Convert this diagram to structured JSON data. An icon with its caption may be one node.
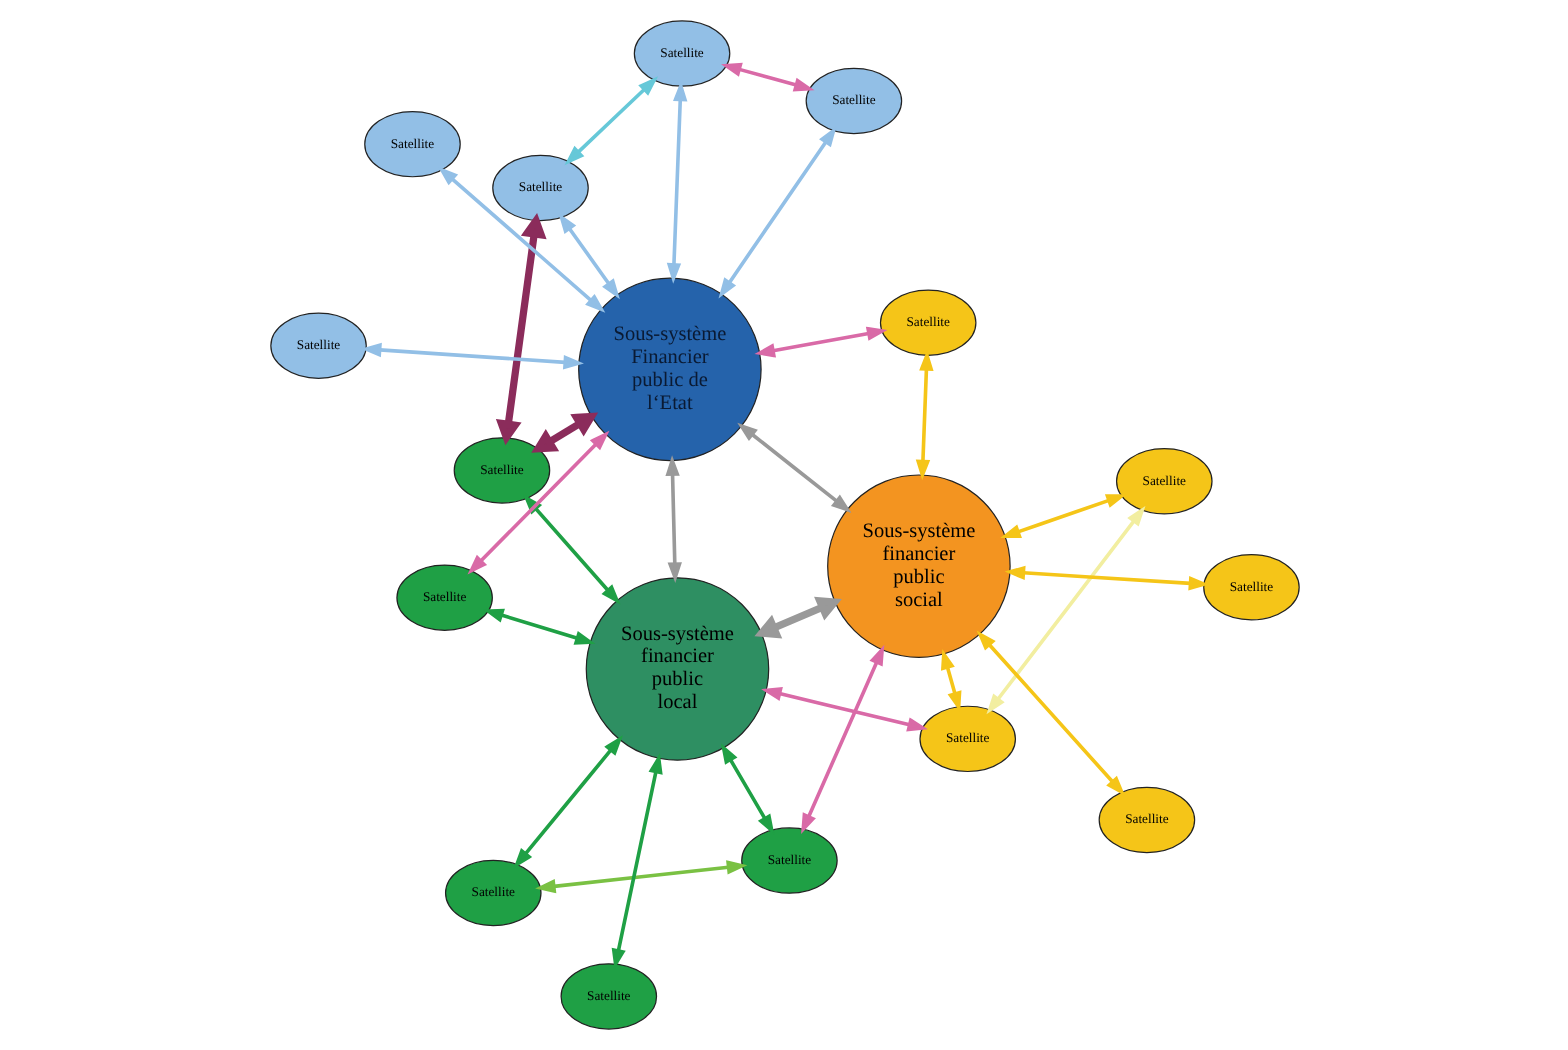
{
  "diagram": {
    "nodes": [
      {
        "text": [
          "Satellite"
        ]
      },
      {
        "text": [
          "Satellite"
        ]
      },
      {
        "text": [
          "Sous-système financier public local"
        ]
      },
      {
        "text": [
          "Satellite"
        ]
      },
      {
        "text": [
          "Satellite"
        ]
      },
      {
        "text": [
          "Satellite"
        ]
      },
      {
        "text": [
          "Satellite"
        ]
      },
      {
        "text": [
          "Sous-système financier public social"
        ]
      },
      {
        "text": [
          "Satellite"
        ]
      },
      {
        "text": [
          "Satellite"
        ]
      },
      {
        "text": [
          "Satellite"
        ]
      },
      {
        "text": [
          "Satellite"
        ]
      },
      {
        "text": [
          "Sous-système Financier public de l‘Etat"
        ]
      },
      {
        "text": [
          "Satellite"
        ]
      },
      {
        "text": [
          "Satellite"
        ]
      },
      {
        "text": [
          "Satellite"
        ]
      },
      {
        "text": [
          "Satellite"
        ]
      },
      {
        "text": [
          "Satellite"
        ]
      }
    ],
    "edges": [
      {
        "from": 0,
        "to": 1,
        "arrow": "both",
        "color": "#7ac143"
      },
      {
        "from": 0,
        "to": 2,
        "arrow": "both",
        "color": "#1fa045"
      },
      {
        "from": 1,
        "to": 2,
        "arrow": "both",
        "color": "#1fa045"
      },
      {
        "from": 5,
        "to": 2,
        "arrow": "both",
        "color": "#1fa045"
      },
      {
        "from": 2,
        "to": 10,
        "arrow": "both",
        "color": "#1fa045"
      },
      {
        "from": 2,
        "to": 6,
        "arrow": "both",
        "color": "#1fa045"
      },
      {
        "from": 5,
        "to": 12,
        "arrow": "both",
        "color": "#8b2c5b",
        "style": "thick"
      },
      {
        "from": 5,
        "to": 16,
        "arrow": "both",
        "color": "#8b2c5b",
        "style": "thick"
      },
      {
        "from": 10,
        "to": 12,
        "arrow": "both",
        "color": "#d96aa7"
      },
      {
        "from": 1,
        "to": 7,
        "arrow": "both",
        "color": "#d96aa7"
      },
      {
        "from": 2,
        "to": 4,
        "arrow": "both",
        "color": "#d96aa7"
      },
      {
        "from": 3,
        "to": 4,
        "arrow": "both",
        "color": "#f2eea0"
      },
      {
        "from": 3,
        "to": 7,
        "arrow": "both",
        "color": "#f5c518"
      },
      {
        "from": 4,
        "to": 7,
        "arrow": "both",
        "color": "#f5c518"
      },
      {
        "from": 2,
        "to": 7,
        "arrow": "both",
        "color": "#999999",
        "style": "thick"
      },
      {
        "from": 2,
        "to": 12,
        "arrow": "both",
        "color": "#999999"
      },
      {
        "from": 12,
        "to": 7,
        "arrow": "both",
        "color": "#999999"
      },
      {
        "from": 9,
        "to": 7,
        "arrow": "both",
        "color": "#f5c518"
      },
      {
        "from": 12,
        "to": 8,
        "arrow": "both",
        "color": "#92bfe6"
      },
      {
        "from": 11,
        "to": 12,
        "arrow": "both",
        "color": "#92bfe6"
      },
      {
        "from": 16,
        "to": 12,
        "arrow": "both",
        "color": "#92bfe6"
      },
      {
        "from": 17,
        "to": 12,
        "arrow": "both",
        "color": "#92bfe6"
      },
      {
        "from": 16,
        "to": 17,
        "arrow": "both",
        "color": "#66c8d8"
      },
      {
        "from": 12,
        "to": 13,
        "arrow": "both",
        "color": "#92bfe6"
      },
      {
        "from": 12,
        "to": 14,
        "arrow": "both",
        "color": "#d96aa7"
      },
      {
        "from": 17,
        "to": 13,
        "arrow": "both",
        "color": "#d96aa7"
      },
      {
        "from": 15,
        "to": 7,
        "arrow": "both",
        "color": "#f5c518"
      },
      {
        "from": 7,
        "to": 14,
        "arrow": "both",
        "color": "#f5c518"
      }
    ]
  }
}
